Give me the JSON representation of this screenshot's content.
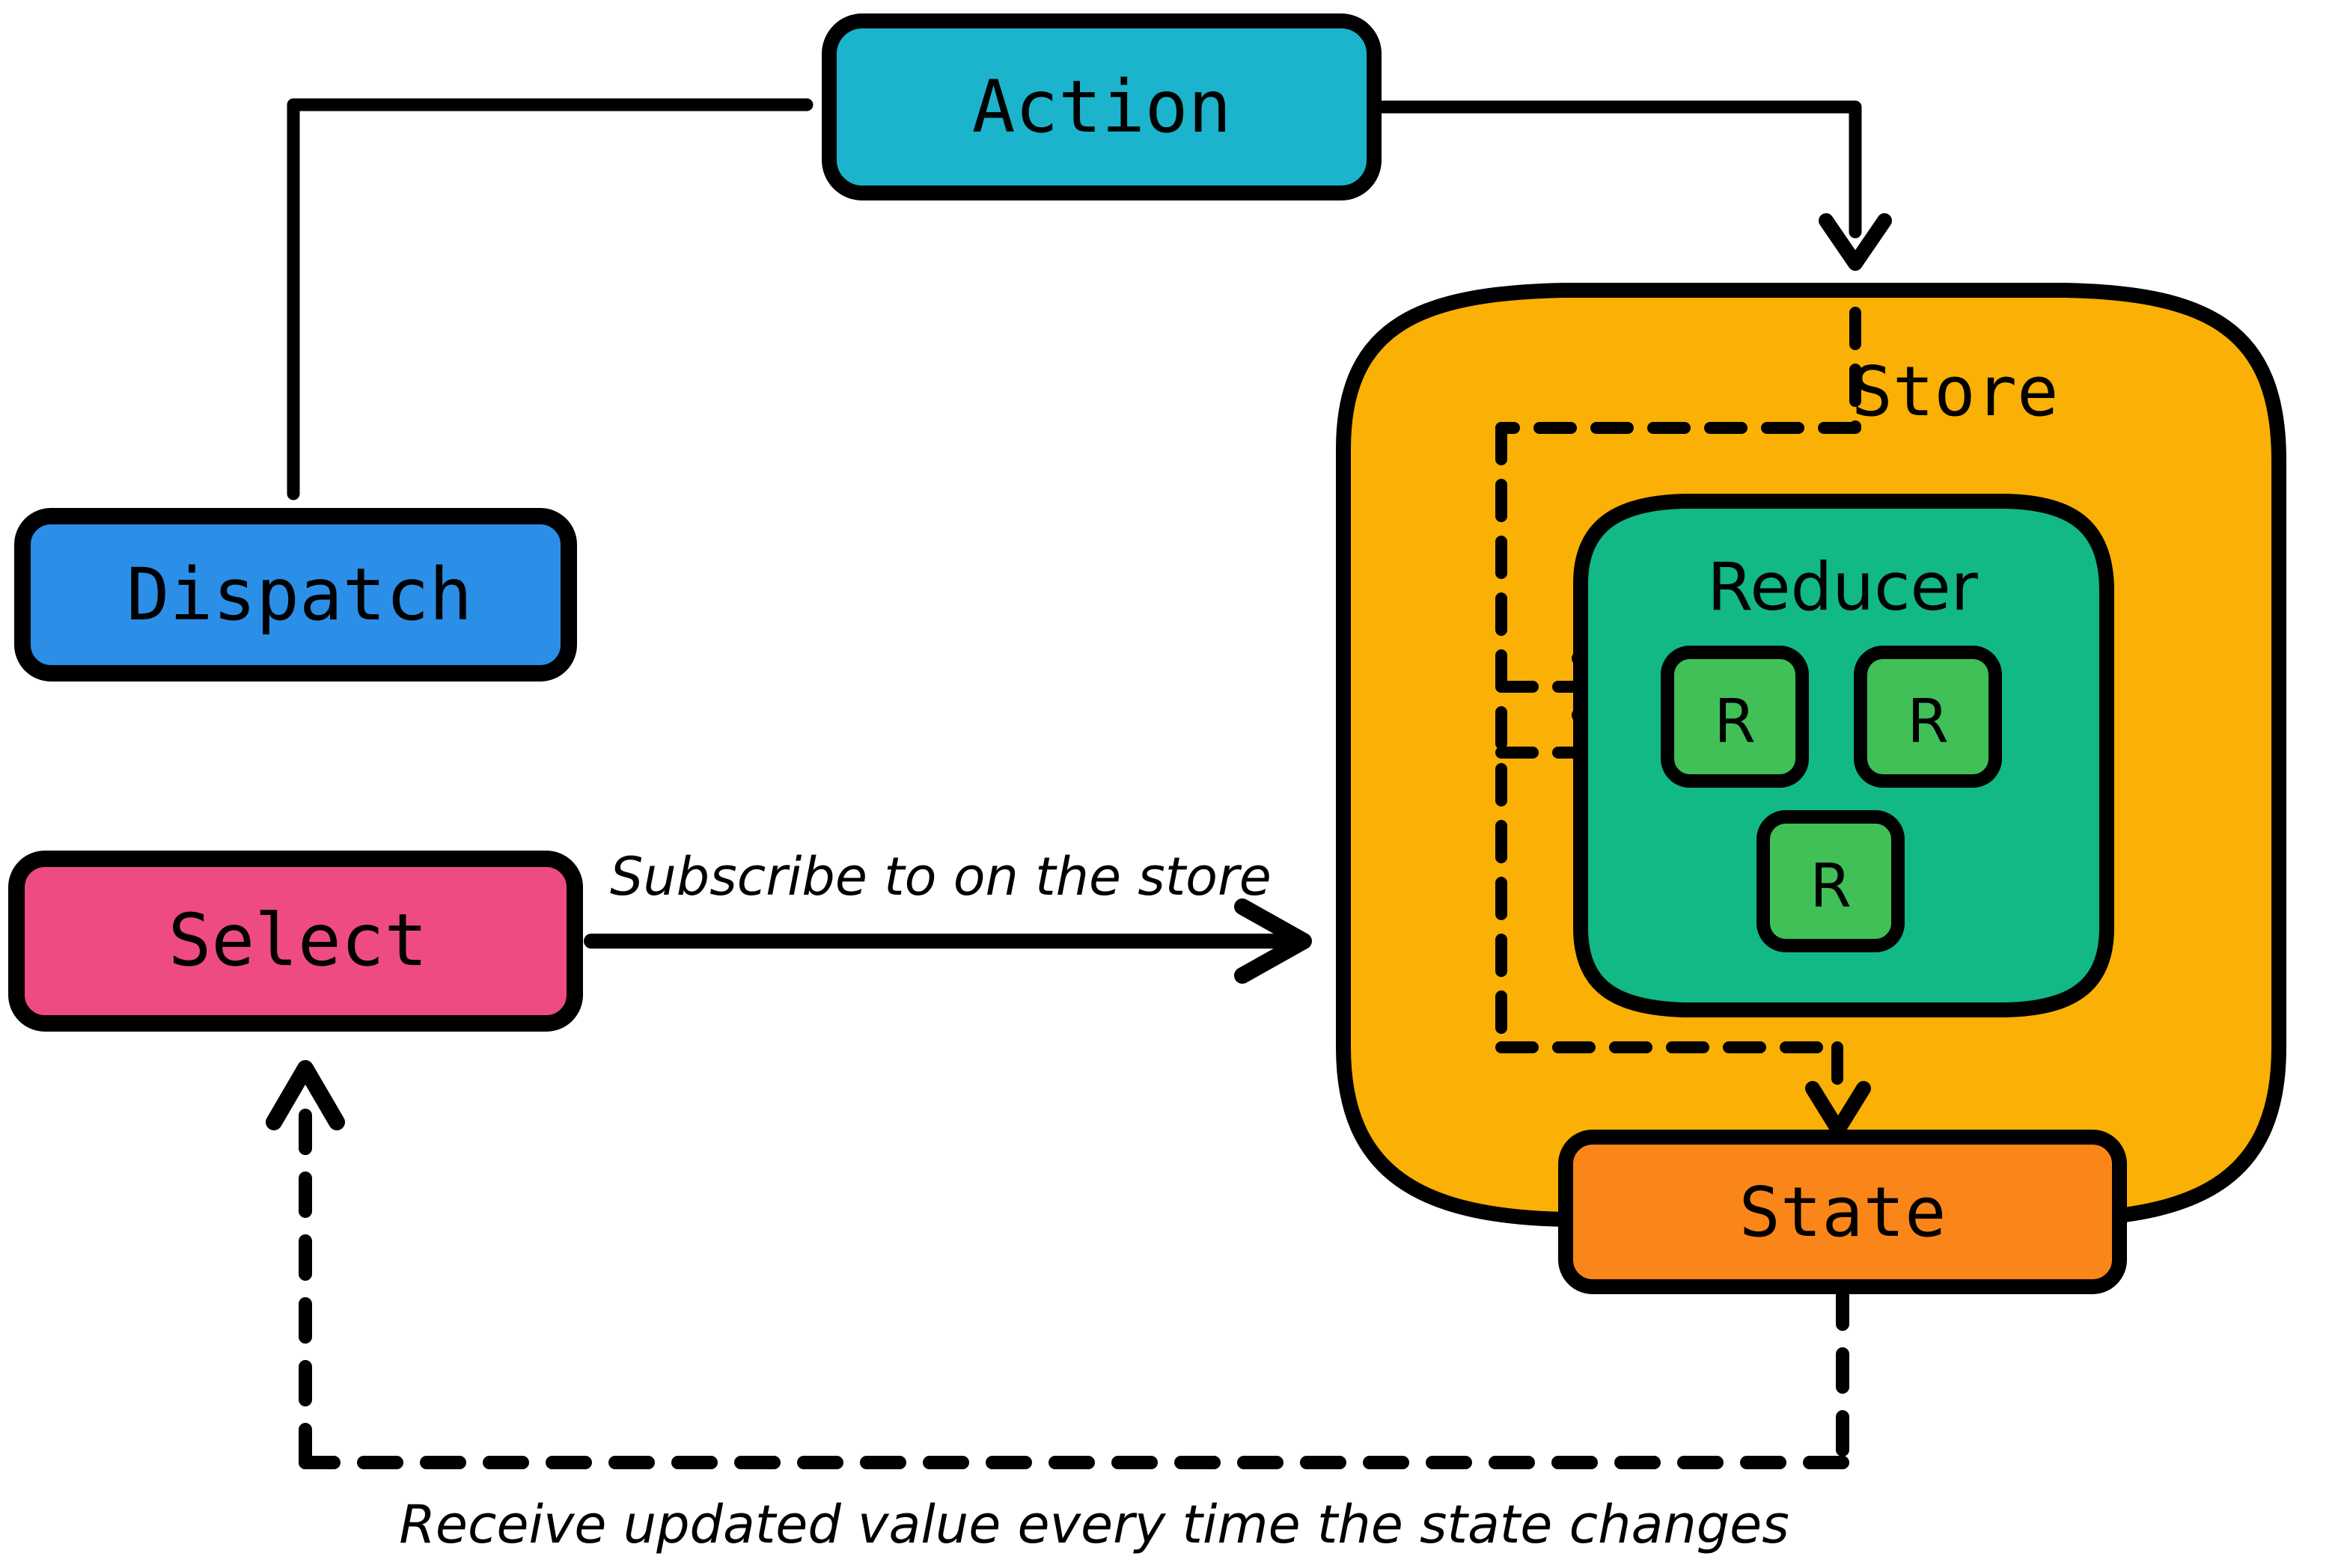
{
  "diagram": {
    "title": "Redux / NgRx state flow diagram",
    "background_color": "#FFFFFF",
    "stroke_color": "#000000"
  },
  "nodes": {
    "action": {
      "label": "Action",
      "color": "#1BB4CC",
      "shape": "rounded-rect"
    },
    "dispatch": {
      "label": "Dispatch",
      "color": "#2B8FE8",
      "shape": "rounded-rect"
    },
    "select": {
      "label": "Select",
      "color": "#EE4B82",
      "shape": "rounded-rect"
    },
    "store": {
      "label": "Store",
      "color": "#FAB005",
      "shape": "rounded-rect"
    },
    "reducer": {
      "label": "Reducer",
      "color": "#12B886",
      "shape": "rounded-rect"
    },
    "state": {
      "label": "State",
      "color": "#FA8519",
      "shape": "rounded-rect"
    },
    "reducer_items": [
      {
        "label": "R",
        "color": "#40C057"
      },
      {
        "label": "R",
        "color": "#40C057"
      },
      {
        "label": "R",
        "color": "#40C057"
      }
    ]
  },
  "edges": {
    "action_to_dispatch": {
      "label": "",
      "style": "solid",
      "arrow": false
    },
    "action_to_store": {
      "label": "",
      "style": "solid",
      "arrow": true
    },
    "action_into_reducer": {
      "label": "",
      "style": "dashed",
      "arrow": true
    },
    "reducer_to_state": {
      "label": "",
      "style": "dashed",
      "arrow": true
    },
    "select_to_store": {
      "label": "Subscribe to on the store",
      "style": "solid",
      "arrow": true
    },
    "state_to_select": {
      "label": "Receive updated value every time the state changes",
      "style": "dashed",
      "arrow": true
    }
  },
  "captions": {
    "subscribe": "Subscribe to on the store",
    "receive": "Receive updated value every time the state changes"
  }
}
